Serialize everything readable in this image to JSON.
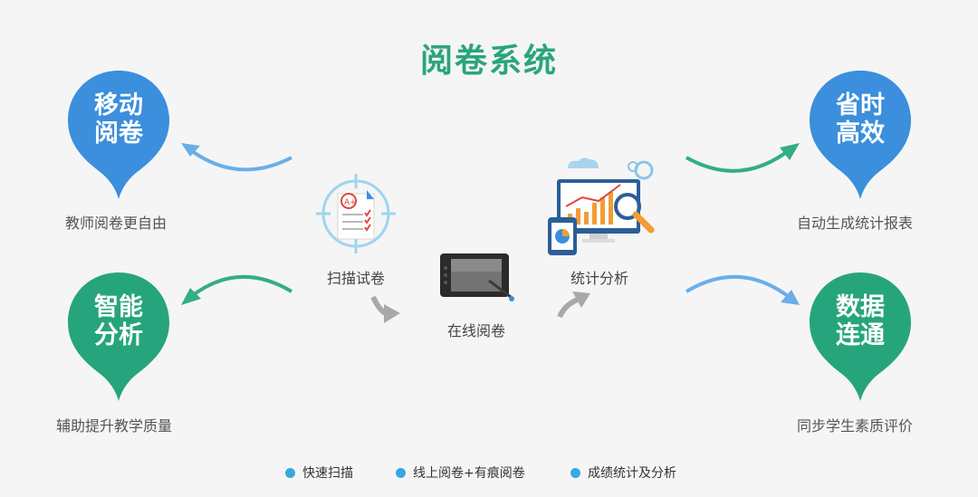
{
  "title": "阅卷系统",
  "colors": {
    "blue": "#3b8fdc",
    "green": "#26a57c",
    "arrow_blue": "#6aaee8",
    "arrow_green": "#33ad86"
  },
  "pins": [
    {
      "id": "mobile",
      "line1": "移动",
      "line2": "阅卷",
      "caption": "教师阅卷更自由",
      "color": "blue"
    },
    {
      "id": "smart",
      "line1": "智能",
      "line2": "分析",
      "caption": "辅助提升教学质量",
      "color": "green"
    },
    {
      "id": "efficient",
      "line1": "省时",
      "line2": "高效",
      "caption": "自动生成统计报表",
      "color": "blue"
    },
    {
      "id": "connected",
      "line1": "数据",
      "line2": "连通",
      "caption": "同步学生素质评价",
      "color": "green"
    }
  ],
  "steps": [
    {
      "label": "扫描试卷",
      "icon": "scan-paper-icon"
    },
    {
      "label": "在线阅卷",
      "icon": "tablet-icon"
    },
    {
      "label": "统计分析",
      "icon": "analytics-icon"
    }
  ],
  "footer": [
    "快速扫描",
    "线上阅卷+有痕阅卷",
    "成绩统计及分析"
  ]
}
